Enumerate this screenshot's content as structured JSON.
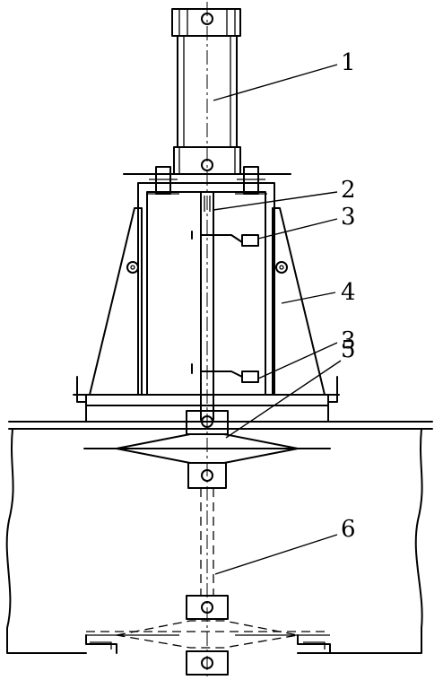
{
  "callouts": [
    {
      "id": "c1",
      "text": "1"
    },
    {
      "id": "c2",
      "text": "2"
    },
    {
      "id": "c3a",
      "text": "3"
    },
    {
      "id": "c4",
      "text": "4"
    },
    {
      "id": "c3b",
      "text": "3"
    },
    {
      "id": "c5",
      "text": "5"
    },
    {
      "id": "c6",
      "text": "6"
    }
  ]
}
